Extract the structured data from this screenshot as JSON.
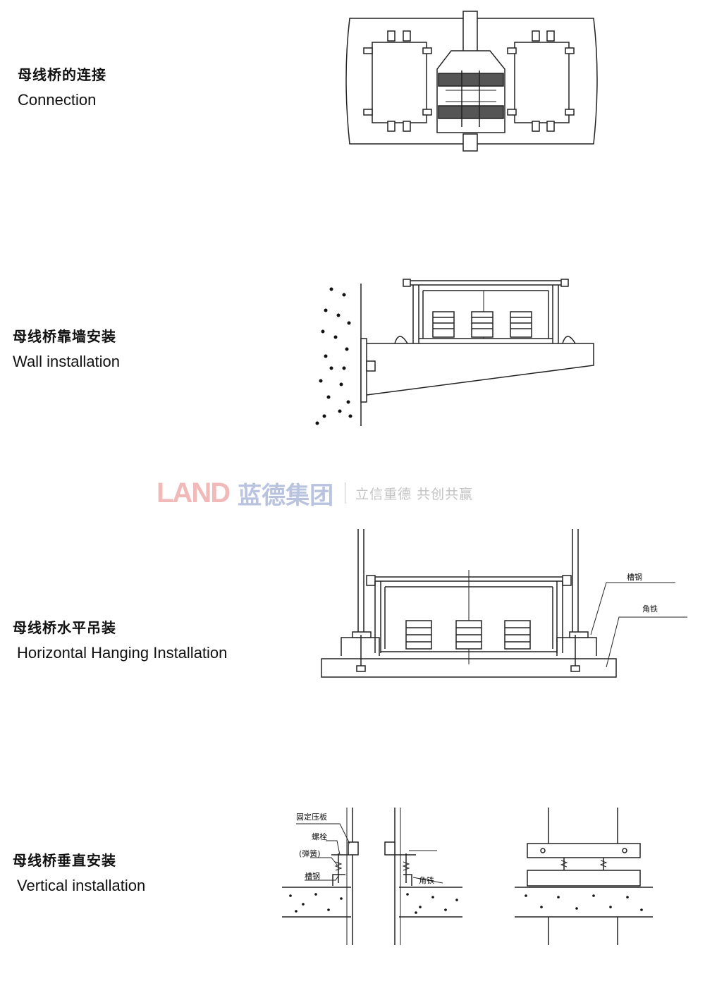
{
  "sections": {
    "connection": {
      "title_cn": "母线桥的连接",
      "title_en": "Connection"
    },
    "wall": {
      "title_cn": "母线桥靠墙安装",
      "title_en": "Wall installation"
    },
    "horizontal": {
      "title_cn": "母线桥水平吊装",
      "title_en": "Horizontal Hanging Installation"
    },
    "vertical": {
      "title_cn": "母线桥垂直安装",
      "title_en": "Vertical installation"
    }
  },
  "labels": {
    "channel_steel": "槽钢",
    "angle_iron": "角铁",
    "fixing_plate": "固定压板",
    "bolt": "螺栓",
    "spring": "(弹簧)",
    "channel_steel_v": "槽钢",
    "angle_iron_v": "角铁"
  },
  "watermark": {
    "logo": "LAND",
    "name_cn": "蓝德集团",
    "slogan": "立信重德  共创共赢",
    "logo_color": "#f2b9b9",
    "name_color": "#b9c3df"
  }
}
